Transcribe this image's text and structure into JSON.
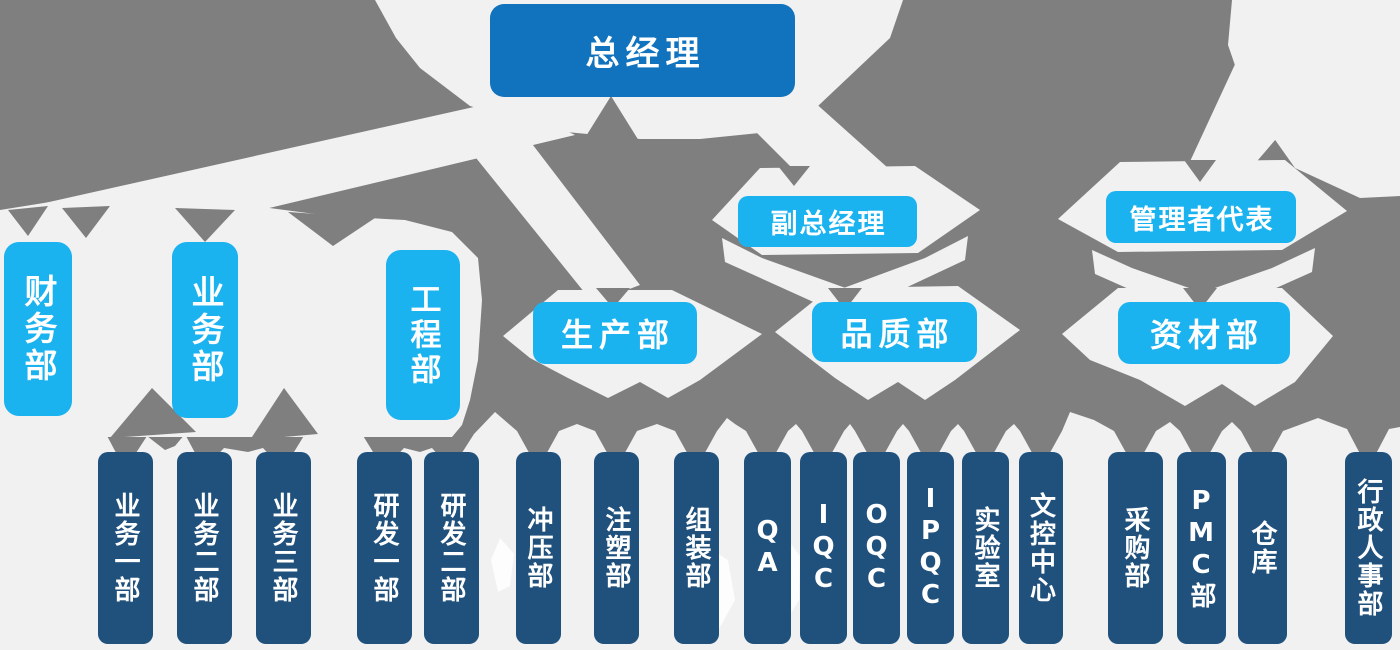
{
  "org": {
    "root": {
      "label": "总经理"
    },
    "level2": [
      {
        "label": "副总经理"
      },
      {
        "label": "管理者代表"
      }
    ],
    "departments": [
      {
        "label": "财务部"
      },
      {
        "label": "业务部"
      },
      {
        "label": "工程部"
      },
      {
        "label": "生产部"
      },
      {
        "label": "品质部"
      },
      {
        "label": "资材部"
      }
    ],
    "units": [
      {
        "label": "业务一部"
      },
      {
        "label": "业务二部"
      },
      {
        "label": "业务三部"
      },
      {
        "label": "研发一部"
      },
      {
        "label": "研发二部"
      },
      {
        "label": "冲压部"
      },
      {
        "label": "注塑部"
      },
      {
        "label": "组装部"
      },
      {
        "label": "QA"
      },
      {
        "label": "IQC"
      },
      {
        "label": "OQC"
      },
      {
        "label": "IPQC"
      },
      {
        "label": "实验室"
      },
      {
        "label": "文控中心"
      },
      {
        "label": "采购部"
      },
      {
        "label": "PMC部"
      },
      {
        "label": "仓库"
      },
      {
        "label": "行政人事部"
      }
    ]
  },
  "colors": {
    "background": "#F1F1F2",
    "connector_gray": "#7F7F7F",
    "root_blue": "#1173BD",
    "dept_cyan": "#1BB2F0",
    "unit_navy": "#20507C",
    "text": "#FFFFFF"
  }
}
